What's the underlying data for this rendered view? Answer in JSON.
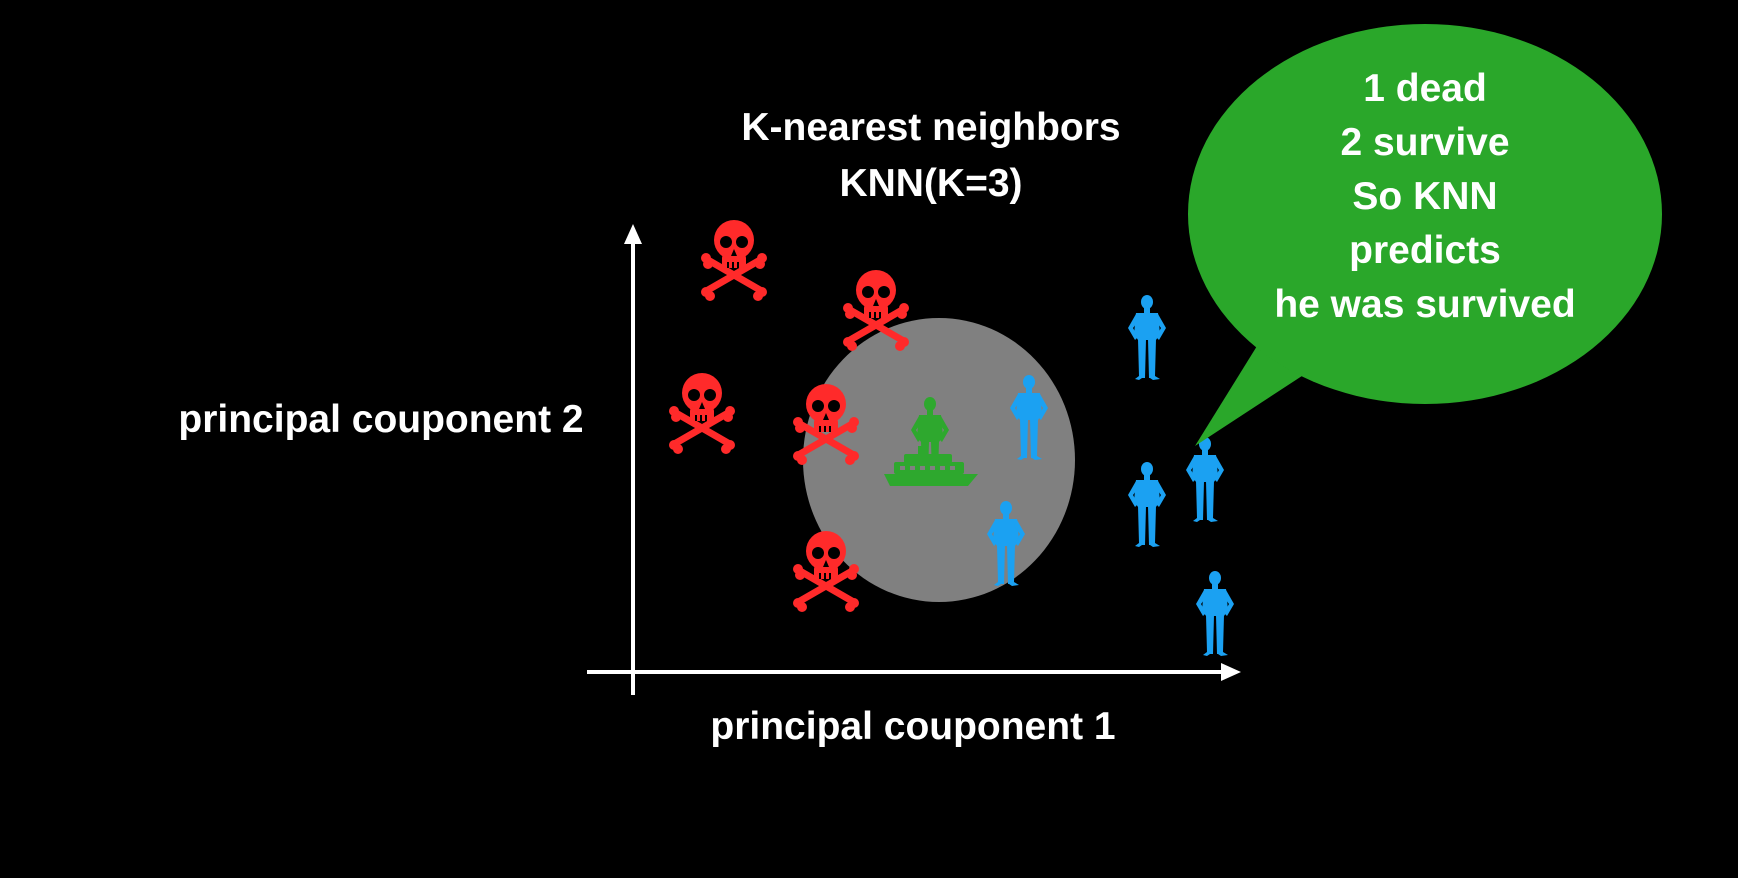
{
  "title": {
    "line1": "K-nearest neighbors",
    "line2": "KNN(K=3)"
  },
  "axes": {
    "x_label": "principal couponent 1",
    "y_label": "principal couponent 2"
  },
  "callout": {
    "lines": [
      "1 dead",
      "2 survive",
      "So KNN",
      "predicts",
      "he was survived"
    ]
  },
  "colors": {
    "background": "#000000",
    "dead": "#ff2a2a",
    "survived": "#1ba1f2",
    "query": "#2ea82e",
    "neighborhood": "#808080",
    "callout": "#2aa72a",
    "axis": "#ffffff"
  },
  "legend_semantics": {
    "dead_icon": "skull-crossbones-icon",
    "survived_icon": "person-icon",
    "query_icon": "person-on-ship-icon"
  }
}
